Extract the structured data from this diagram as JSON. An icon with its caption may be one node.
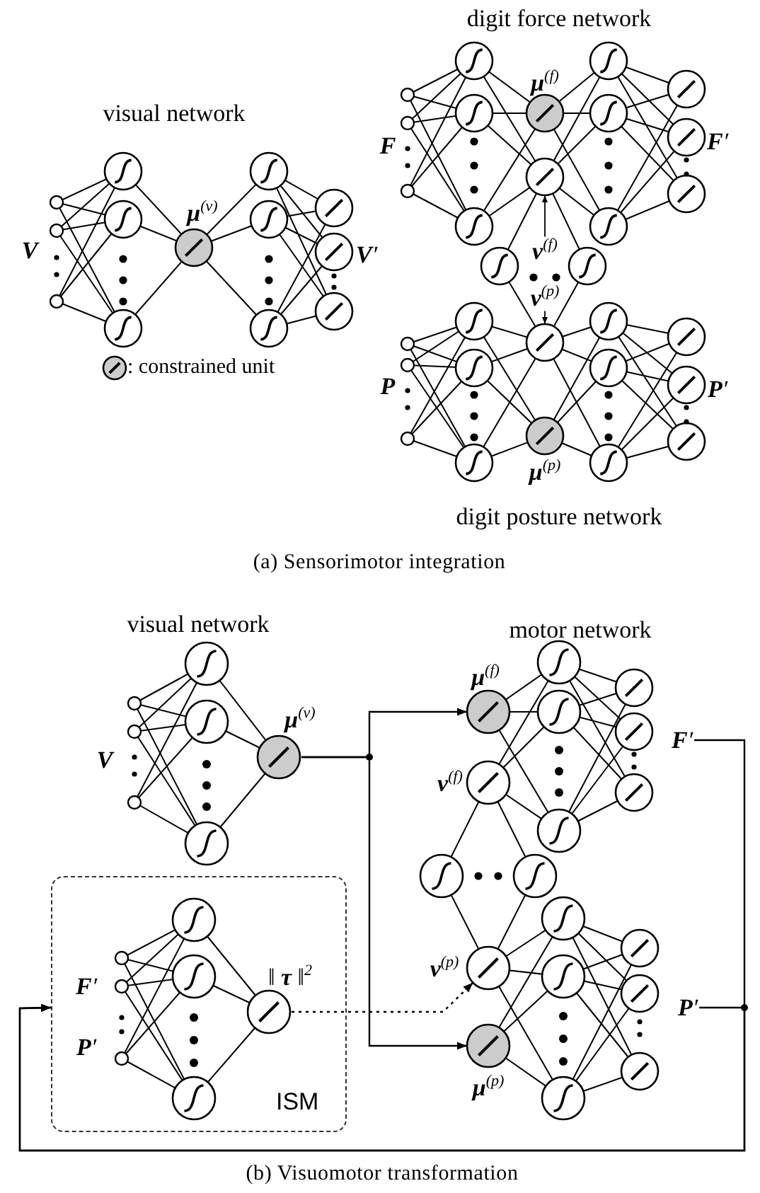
{
  "diagram": {
    "nodes": [
      {
        "text": [
          "**ν**$^{(f)}$"
        ]
      },
      {
        "text": [],
        "shape": "circle"
      },
      {
        "text": [
          "**ν**$^{(p)}$"
        ]
      },
      {
        "text": [],
        "shape": "circle"
      },
      {
        "text": [],
        "shape": "circle",
        "beside": [
          "**μ**$^{(v)}$"
        ]
      },
      {
        "text": [],
        "shape": "circle",
        "beside": [
          "**μ**$^{(f)}$"
        ]
      },
      {
        "text": [],
        "shape": "circle",
        "beside": [
          "**ν**$^{(p)}$"
        ]
      },
      {
        "text": [],
        "shape": "circle",
        "beside": [
          "**μ**$^{(p)}$"
        ]
      },
      {
        "text": [
          "**F**′"
        ]
      },
      {
        "text": [
          "**P**′"
        ]
      },
      {
        "text": [
          "ISM"
        ]
      },
      {
        "text": [],
        "shape": "circle",
        "in": 10,
        "beside": [
          "‖ **τ** ‖$^{2}$"
        ]
      }
    ],
    "edges": [
      {
        "from": 0,
        "to": 1,
        "arrow": "to"
      },
      {
        "from": 2,
        "to": 3,
        "arrow": "to"
      },
      {
        "from": 4,
        "to": 5,
        "arrow": "to"
      },
      {
        "from": 4,
        "to": 7,
        "arrow": "to"
      },
      {
        "from": 11,
        "to": 6,
        "arrow": "to",
        "style": "dashed"
      },
      {
        "from": 8,
        "to": 10,
        "arrow": "to"
      },
      {
        "from": 9,
        "to": 10,
        "arrow": "to"
      }
    ],
    "labels": [
      "digit force network",
      "**μ**$^{(f)}$",
      "visual network",
      "**F**",
      "**F**′",
      "**μ**$^{(v)}$",
      "**V**",
      "**V**′",
      "**P**",
      "**P**′",
      "**μ**$^{(p)}$",
      "digit posture network",
      "(a) Sensorimotor integration",
      "visual network",
      "motor network",
      "**V**",
      "**ν**$^{(f)}$",
      "**F**′",
      "**P**′",
      "(b) Visuomotor transformation"
    ],
    "legend": [
      {
        "text": ": constrained unit"
      }
    ]
  }
}
